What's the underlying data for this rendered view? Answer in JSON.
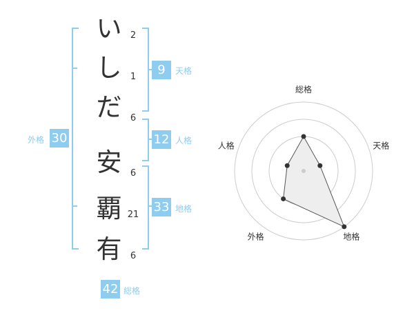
{
  "name": {
    "chars": [
      {
        "char": "い",
        "strokes": "2"
      },
      {
        "char": "し",
        "strokes": "1"
      },
      {
        "char": "だ",
        "strokes": "6"
      },
      {
        "char": "安",
        "strokes": "6"
      },
      {
        "char": "覇",
        "strokes": "21"
      },
      {
        "char": "有",
        "strokes": "6"
      }
    ]
  },
  "fortunes": {
    "tenkaku": {
      "value": "9",
      "label": "天格"
    },
    "jinkaku": {
      "value": "12",
      "label": "人格"
    },
    "chikaku": {
      "value": "33",
      "label": "地格"
    },
    "gaikaku": {
      "value": "30",
      "label": "外格"
    },
    "soukaku": {
      "value": "42",
      "label": "総格"
    }
  },
  "colors": {
    "accent": "#8fcdf0",
    "text": "#333333",
    "grid": "#cccccc",
    "fill": "#eeeeee"
  },
  "chart_data": {
    "type": "radar",
    "axes": [
      "総格",
      "天格",
      "地格",
      "外格",
      "人格"
    ],
    "rings": 4,
    "max": 4,
    "values": [
      2,
      1,
      4,
      2,
      1
    ]
  }
}
